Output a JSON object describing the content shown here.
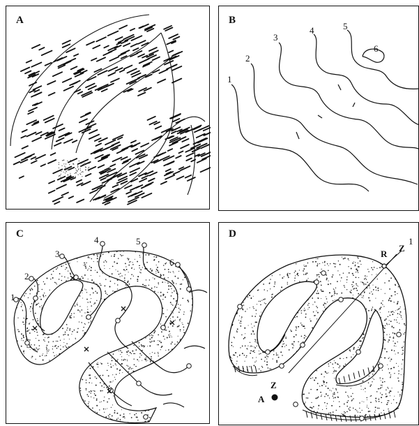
{
  "panels": [
    {
      "id": "A",
      "label": "A"
    },
    {
      "id": "B",
      "label": "B",
      "layer_labels": [
        "1",
        "2",
        "3",
        "4",
        "5",
        "6"
      ]
    },
    {
      "id": "C",
      "label": "C",
      "layer_labels": [
        "1",
        "2",
        "3",
        "4",
        "5",
        "6"
      ]
    },
    {
      "id": "D",
      "label": "D",
      "annotations": {
        "R": "R",
        "Z_top": "Z",
        "one": "1",
        "Z_bottom": "Z",
        "A_point": "A"
      }
    }
  ],
  "colors": {
    "line": "#111111",
    "stipple": "#222222",
    "background": "#ffffff"
  }
}
